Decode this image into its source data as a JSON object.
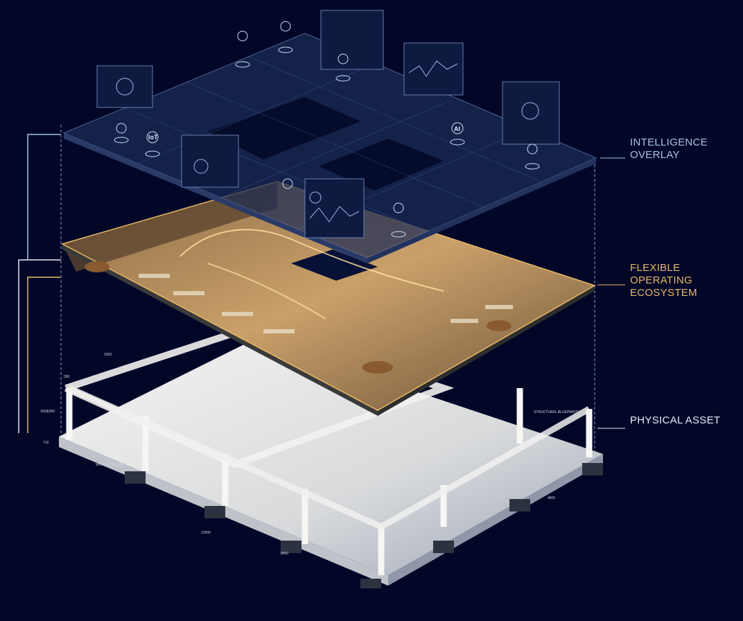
{
  "layers": [
    {
      "id": "intelligence",
      "label": "INTELLIGENCE\nOVERLAY",
      "color": "#a9c2e4"
    },
    {
      "id": "ecosystem",
      "label": "FLEXIBLE\nOPERATING\nECOSYSTEM",
      "color": "#e9b867"
    },
    {
      "id": "physical",
      "label": "PHYSICAL ASSET",
      "color": "#e8ecf4"
    }
  ],
  "overlay_icons": {
    "iot": "IoT",
    "ai": "AI",
    "icons": [
      "wifi-icon",
      "cloud-icon",
      "iot-icon",
      "ai-icon",
      "security-icon",
      "dashboard-icon"
    ]
  },
  "annotations": {
    "structural": "STRUCTURAL BLUEPRINTS",
    "concrete": "WHITE CONCRETE"
  },
  "dimensions": [
    "3300",
    "300",
    "1500",
    "1000",
    "710",
    "4800",
    "12000",
    "8400"
  ],
  "colors": {
    "background": "#020728",
    "overlay": "#1c2b55",
    "floor_glow": "#e0a040",
    "concrete": "#e6e6e4"
  }
}
